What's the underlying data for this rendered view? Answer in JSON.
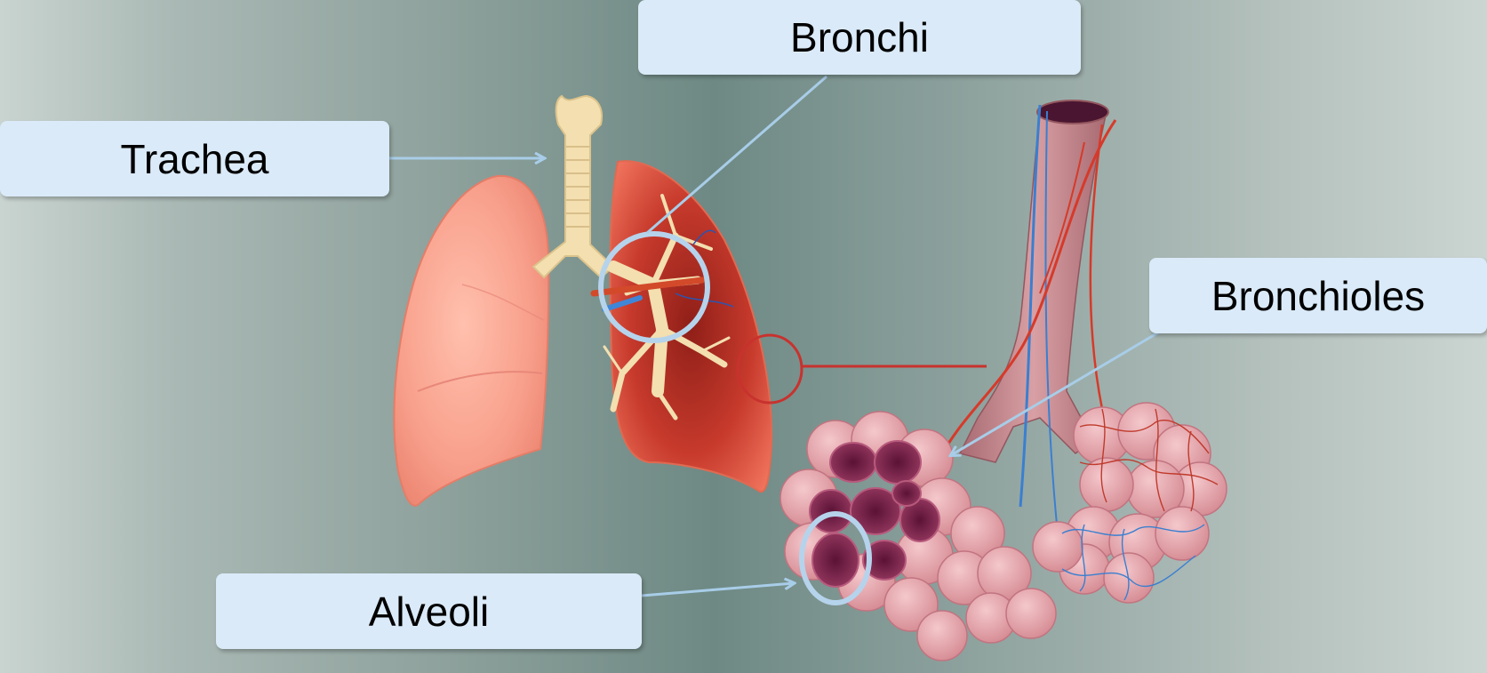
{
  "labels": {
    "trachea": "Trachea",
    "bronchi": "Bronchi",
    "bronchioles": "Bronchioles",
    "alveoli": "Alveoli"
  },
  "colors": {
    "label_fill": "#daeaf8",
    "pointer": "#a8cde8",
    "lung_light": "#f7a08e",
    "lung_dark": "#c0392b",
    "airway": "#f3dfb0",
    "alveoli": "#7b1f4a",
    "artery": "#d63a2a",
    "vein": "#3a7fd0"
  },
  "icons": [
    "lungs-illustration",
    "trachea-illustration",
    "bronchiole-tube-illustration",
    "alveoli-cluster-illustration"
  ]
}
